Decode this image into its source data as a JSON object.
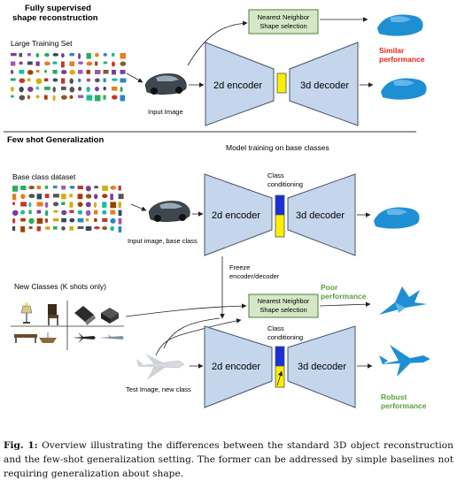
{
  "top_section": {
    "title_line1": "Fully supervised",
    "title_line2": "shape reconstruction",
    "training_set_label": "Large Training Set",
    "input_label": "Input Image",
    "nn_line1": "Nearest Neighbor",
    "nn_line2": "Shape selection",
    "encoder_label": "2d encoder",
    "decoder_label": "3d decoder",
    "result_line1": "Similar",
    "result_line2": "performance"
  },
  "bottom_section": {
    "title": "Few shot Generalization",
    "model_training_label": "Model training on base classes",
    "base_dataset_label": "Base class dataset",
    "input_label": "Input image, base class",
    "class_cond_line1": "Class",
    "class_cond_line2": "conditioning",
    "encoder_label": "2d encoder",
    "decoder_label": "3d decoder",
    "freeze_line1": "Freeze",
    "freeze_line2": "encoder/decoder",
    "new_classes_label": "New Classes (K shots only)",
    "nn_line1": "Nearest Neighbor",
    "nn_line2": "Shape selection",
    "poor_line1": "Poor",
    "poor_line2": "performance",
    "test_label": "Test Image, new class",
    "class_cond2_line1": "Class",
    "class_cond2_line2": "conditioning",
    "encoder2_label": "2d encoder",
    "decoder2_label": "3d decoder",
    "robust_line1": "Robust",
    "robust_line2": "performance"
  },
  "caption": {
    "fig_label": "Fig. 1:",
    "text": " Overview illustrating the differences between the standard 3D object reconstruction and the few-shot generalization setting. The former can be addressed by simple baselines not requiring generalization about shape."
  },
  "colors": {
    "block_fill": "#c5d6ec",
    "block_stroke": "#44546a",
    "nn_fill": "#d4e8c6",
    "nn_stroke": "#4f7f3a",
    "yellow": "#ffee00",
    "blue": "#1a2fd6",
    "red_text": "#e3241b",
    "green_text": "#5a9e3a",
    "shape_blue": "#1f8fd4"
  }
}
